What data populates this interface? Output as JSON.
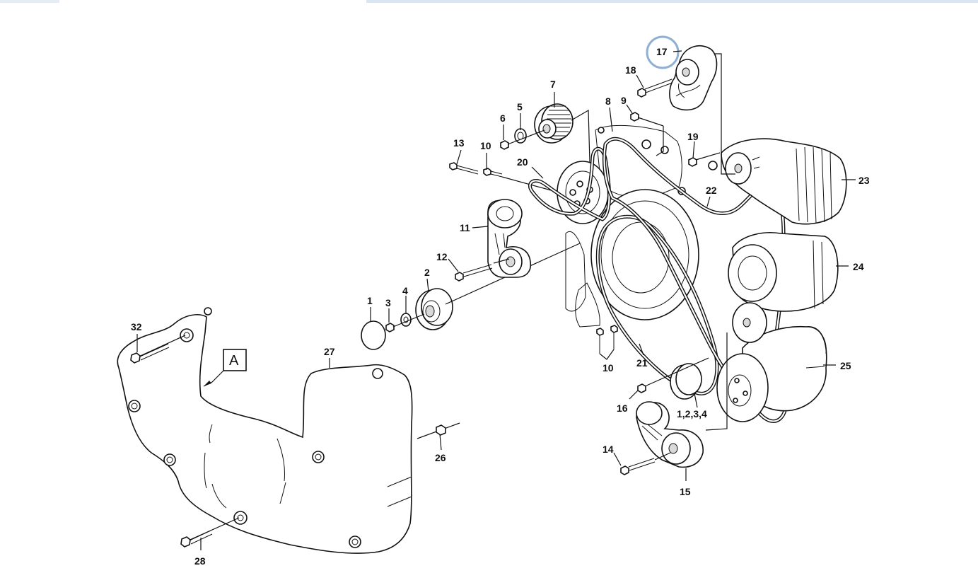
{
  "highlight": {
    "label": "17",
    "color": "#8fb0d3"
  },
  "view_marker": {
    "label": "A"
  },
  "callouts": {
    "c1": "1",
    "c2": "2",
    "c3": "3",
    "c4": "4",
    "c5": "5",
    "c6": "6",
    "c7": "7",
    "c8": "8",
    "c9": "9",
    "c10a": "10",
    "c10b": "10",
    "c11": "11",
    "c12": "12",
    "c13": "13",
    "c14": "14",
    "c15": "15",
    "c16": "16",
    "c17": "17",
    "c18": "18",
    "c19": "19",
    "c20": "20",
    "c21": "21",
    "c22": "22",
    "c23": "23",
    "c24": "24",
    "c25": "25",
    "c1234": "1,2,3,4",
    "c26": "26",
    "c27": "27",
    "c28": "28",
    "c32": "32"
  },
  "colors": {
    "strip_left": "#e4ecf6",
    "strip_right": "#dbe6f5",
    "ink": "#111111"
  }
}
